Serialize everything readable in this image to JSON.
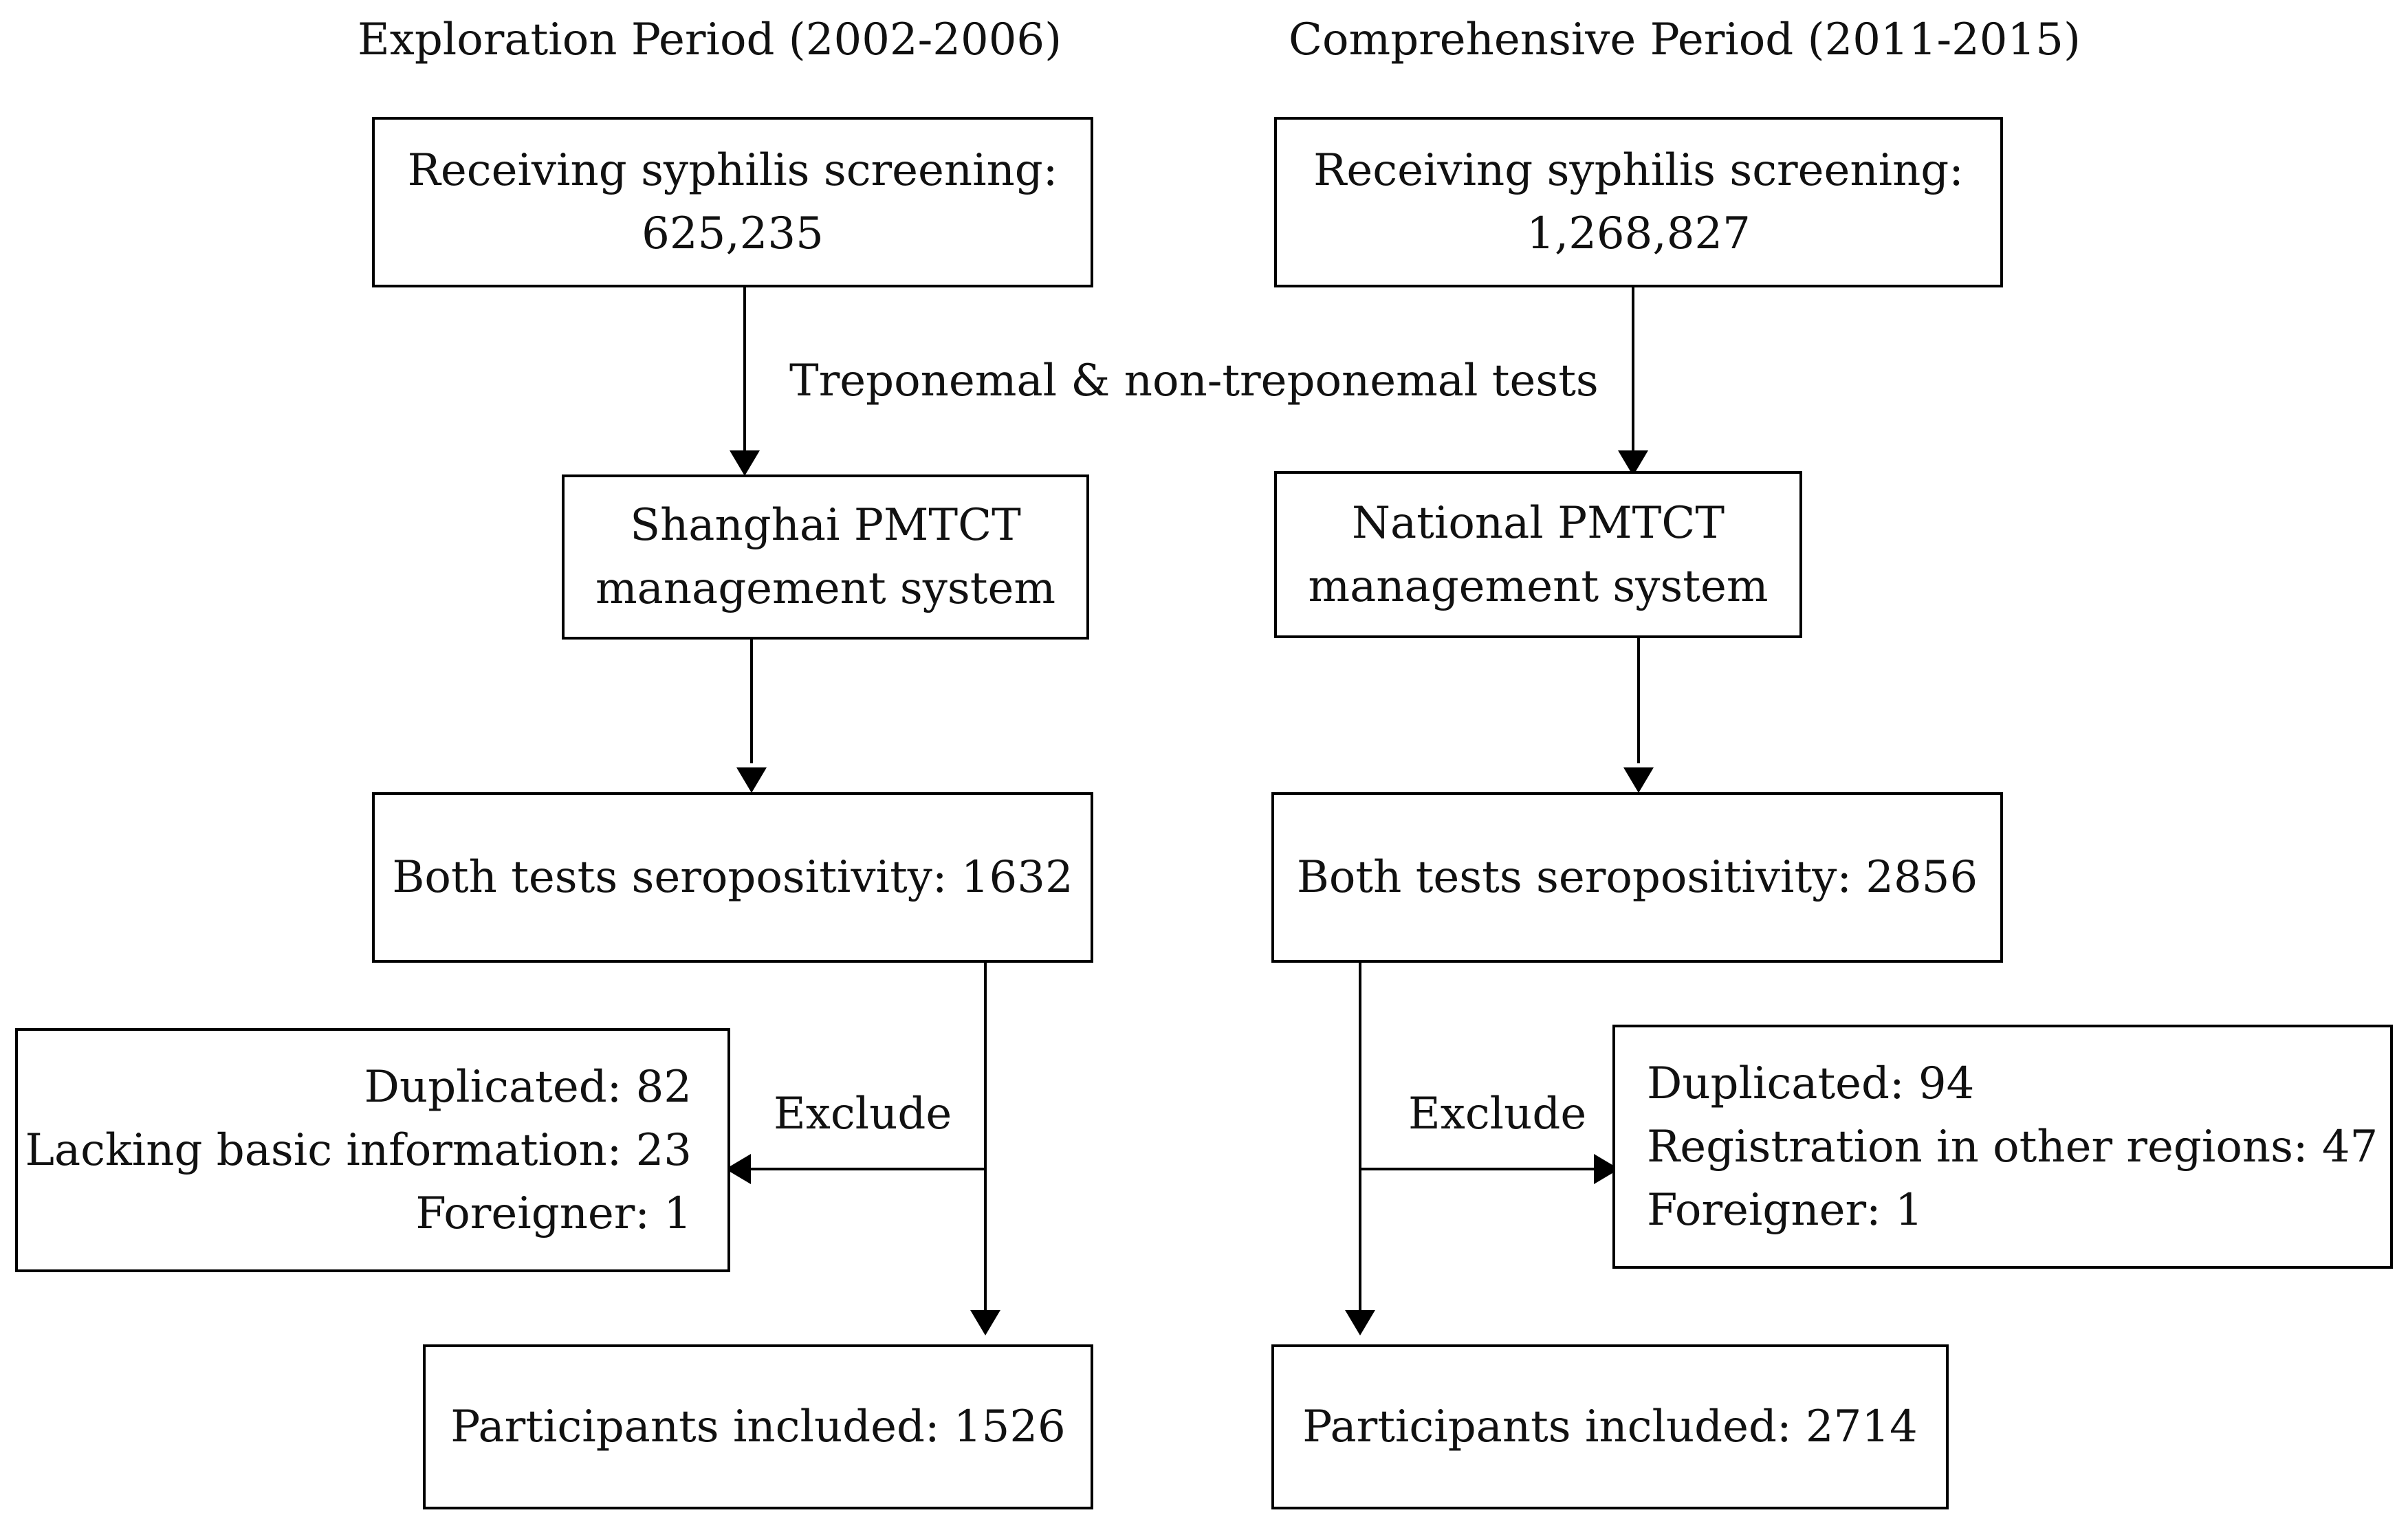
{
  "left": {
    "header": "Exploration Period (2002-2006)",
    "screening": {
      "label": "Receiving syphilis screening:",
      "count": "625,235"
    },
    "system": {
      "line1": "Shanghai PMTCT",
      "line2": "management system"
    },
    "seropositivity": "Both tests seropositivity: 1632",
    "exclude_label": "Exclude",
    "exclusions": [
      "Duplicated: 82",
      "Lacking basic information: 23",
      "Foreigner: 1"
    ],
    "included": "Participants included: 1526"
  },
  "right": {
    "header": "Comprehensive Period (2011-2015)",
    "screening": {
      "label": "Receiving syphilis screening:",
      "count": "1,268,827"
    },
    "system": {
      "line1": "National PMTCT",
      "line2": "management system"
    },
    "seropositivity": "Both tests seropositivity: 2856",
    "exclude_label": "Exclude",
    "exclusions": [
      "Duplicated: 94",
      "Registration in other regions: 47",
      "Foreigner: 1"
    ],
    "included": "Participants included: 2714"
  },
  "shared": {
    "tests_label": "Treponemal & non-treponemal tests"
  }
}
